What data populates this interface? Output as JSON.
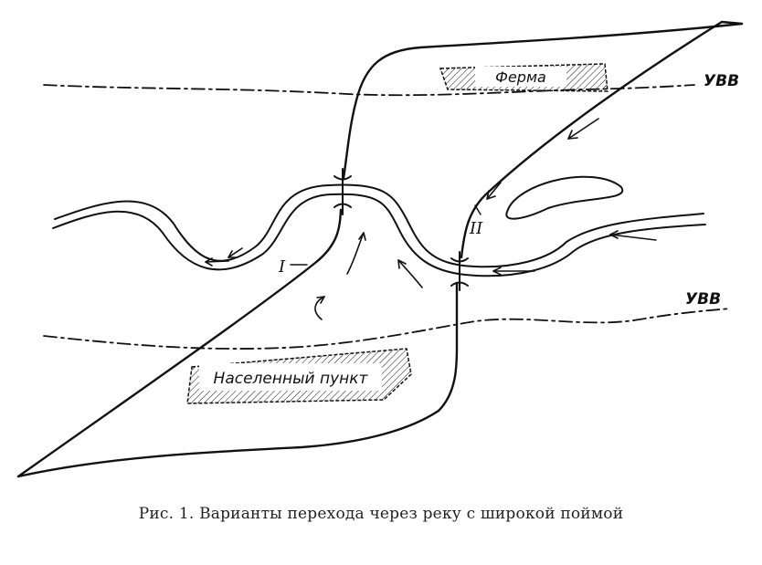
{
  "labels": {
    "farm": "Ферма",
    "settlement": "Населенный пункт",
    "hwl_top": "УВВ",
    "hwl_bottom": "УВВ",
    "variant_1": "I",
    "variant_2": "II"
  },
  "caption": "Рис. 1. Варианты перехода через реку с широкой поймой",
  "colors": {
    "ink": "#111111",
    "background": "#ffffff"
  }
}
